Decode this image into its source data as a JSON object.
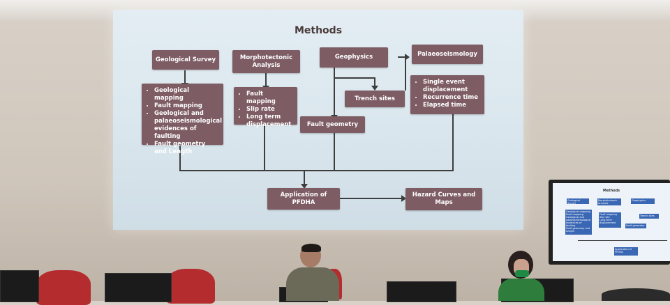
{
  "slide": {
    "title": "Methods",
    "boxes": {
      "geological_survey": "Geological Survey",
      "morphotectonic": "Morphotectonic Analysis",
      "geophysics": "Geophysics",
      "palaeoseismology": "Palaeoseismology",
      "trench_sites": "Trench sites",
      "fault_geometry": "Fault geometry",
      "application": "Application of PFDHA",
      "hazard": "Hazard Curves and Maps"
    },
    "geo_items": [
      "Geological mapping",
      "Fault mapping",
      "Geological and palaeoseismological evidences of faulting",
      "Fault geometry and Length"
    ],
    "morpho_items": [
      "Fault mapping",
      "Slip rate",
      "Long term displacement"
    ],
    "palaeo_items": [
      "Single event displacement",
      "Recurrence time",
      "Elapsed time"
    ]
  },
  "monitor": {
    "title": "Methods",
    "boxes": [
      "Geological Survey",
      "Morphotectonic Analysis",
      "Geophysics",
      "Trench sites",
      "Fault geometry",
      "Application of PFDHA"
    ],
    "geo_items": [
      "Geological mapping",
      "Fault mapping",
      "Geological and palaeoseismological evidences of faulting",
      "Fault geometry and Length"
    ],
    "morpho_items": [
      "Fault mapping",
      "Slip rate",
      "Long term displacement"
    ]
  },
  "colors": {
    "box": "#7d5c64",
    "screen": "#dbe7ee",
    "monitor_box": "#3a67b4"
  }
}
